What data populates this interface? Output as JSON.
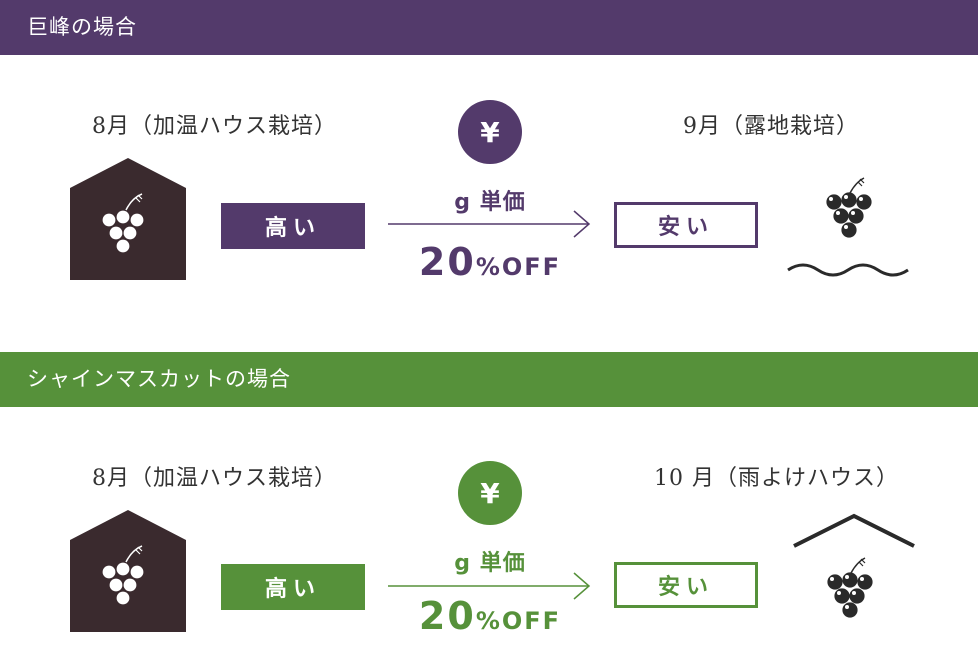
{
  "colors": {
    "kyoho": "#533a6b",
    "shine": "#56913a",
    "house": "#3a2a2e",
    "grape_dark": "#2a2a2a"
  },
  "sections": [
    {
      "header": "巨峰の場合",
      "left_label": "8月（加温ハウス栽培）",
      "right_label": "9月（露地栽培）",
      "yen_symbol": "¥",
      "unit_label": "g 単価",
      "discount_number": "20",
      "discount_suffix": "%OFF",
      "high_label": "高い",
      "low_label": "安い",
      "left_icon": "greenhouse-grape-icon",
      "right_icon": "open-field-grape-icon"
    },
    {
      "header": "シャインマスカットの場合",
      "left_label": "8月（加温ハウス栽培）",
      "right_label": "10 月（雨よけハウス）",
      "yen_symbol": "¥",
      "unit_label": "g 単価",
      "discount_number": "20",
      "discount_suffix": "%OFF",
      "high_label": "高い",
      "low_label": "安い",
      "left_icon": "greenhouse-grape-icon",
      "right_icon": "rain-shelter-grape-icon"
    }
  ]
}
